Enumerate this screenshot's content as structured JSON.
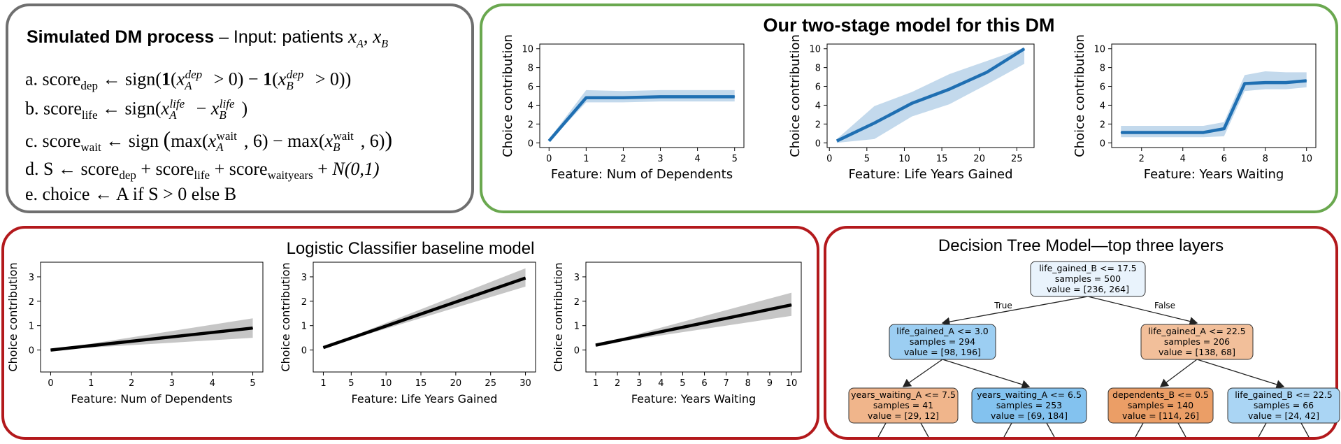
{
  "sim": {
    "title_bold": "Simulated DM process",
    "title_rest": " – Input: patients",
    "title_vars": "x",
    "var_a": "A",
    "var_b": "B",
    "lines": [
      "a. score",
      "b. score",
      "c. score",
      "d. S ← score",
      "e. choice ← A if S > 0 else B"
    ],
    "sub_dep": "dep",
    "sub_life": "life",
    "sub_wait": "wait",
    "sub_waityears": "waityears",
    "sup_dep": "dep",
    "sup_life": "life",
    "sup_wait": "wait",
    "arrow": "←",
    "noise": "N(0,1)"
  },
  "two_stage": {
    "title": "Our two-stage model for this DM"
  },
  "logistic": {
    "title": "Logistic Classifier baseline model"
  },
  "tree": {
    "title": "Decision Tree Model—top three layers",
    "true_label": "True",
    "false_label": "False",
    "nodes": [
      {
        "lines": [
          "life_gained_B <= 17.5",
          "samples = 500",
          "value = [236, 264]"
        ],
        "color": "#e9f3fc"
      },
      {
        "lines": [
          "life_gained_A <= 3.0",
          "samples = 294",
          "value = [98, 196]"
        ],
        "color": "#9ccef2"
      },
      {
        "lines": [
          "life_gained_A <= 22.5",
          "samples = 206",
          "value = [138, 68]"
        ],
        "color": "#f2bf9a"
      },
      {
        "lines": [
          "years_waiting_A <= 7.5",
          "samples = 41",
          "value = [29, 12]"
        ],
        "color": "#f0b58b"
      },
      {
        "lines": [
          "years_waiting_A <= 6.5",
          "samples = 253",
          "value = [69, 184]"
        ],
        "color": "#83c2ef"
      },
      {
        "lines": [
          "dependents_B <= 0.5",
          "samples = 140",
          "value = [114, 26]"
        ],
        "color": "#eb9e66"
      },
      {
        "lines": [
          "life_gained_B <= 22.5",
          "samples = 66",
          "value = [24, 42]"
        ],
        "color": "#aad5f4"
      }
    ]
  },
  "chart_data": [
    {
      "type": "line",
      "group": "two-stage",
      "xlabel": "Feature: Num of Dependents",
      "ylabel": "Choice contribution",
      "xlim": [
        -0.25,
        5.25
      ],
      "ylim": [
        -0.5,
        10.5
      ],
      "xticks": [
        0,
        1,
        2,
        3,
        4,
        5
      ],
      "yticks": [
        0,
        2,
        4,
        6,
        8,
        10
      ],
      "x": [
        0,
        1,
        2,
        3,
        4,
        5
      ],
      "y": [
        0.2,
        4.8,
        4.8,
        4.9,
        4.9,
        4.9
      ],
      "lower": [
        0.1,
        4.3,
        4.3,
        4.4,
        4.4,
        4.4
      ],
      "upper": [
        0.4,
        5.6,
        5.5,
        5.6,
        5.6,
        5.6
      ],
      "color": "#1f6fb2",
      "band_color": "#bcd5ea"
    },
    {
      "type": "line",
      "group": "two-stage",
      "xlabel": "Feature: Life Years Gained",
      "ylabel": "Choice contribution",
      "xlim": [
        -0.3,
        27.3
      ],
      "ylim": [
        -0.5,
        10.5
      ],
      "xticks": [
        0,
        5,
        10,
        15,
        20,
        25
      ],
      "yticks": [
        0,
        2,
        4,
        6,
        8,
        10
      ],
      "x": [
        1,
        6,
        11,
        16,
        21,
        26
      ],
      "y": [
        0.2,
        2.1,
        4.2,
        5.7,
        7.5,
        10.0
      ],
      "lower": [
        0.0,
        0.4,
        2.8,
        4.1,
        6.2,
        8.4
      ],
      "upper": [
        0.4,
        3.9,
        5.4,
        7.3,
        8.7,
        10.1
      ],
      "color": "#1f6fb2",
      "band_color": "#bcd5ea"
    },
    {
      "type": "line",
      "group": "two-stage",
      "xlabel": "Feature: Years Waiting",
      "ylabel": "Choice contribution",
      "xlim": [
        0.55,
        10.45
      ],
      "ylim": [
        -0.5,
        10.5
      ],
      "xticks": [
        2,
        4,
        6,
        8,
        10
      ],
      "yticks": [
        0,
        2,
        4,
        6,
        8,
        10
      ],
      "x": [
        1,
        2,
        3,
        4,
        5,
        6,
        7,
        8,
        9,
        10
      ],
      "y": [
        1.1,
        1.1,
        1.1,
        1.1,
        1.1,
        1.5,
        6.3,
        6.4,
        6.4,
        6.6
      ],
      "lower": [
        0.6,
        0.6,
        0.6,
        0.6,
        0.6,
        0.7,
        5.5,
        5.7,
        5.7,
        5.9
      ],
      "upper": [
        1.8,
        1.8,
        1.8,
        1.8,
        1.8,
        2.2,
        7.2,
        7.6,
        7.5,
        7.5
      ],
      "color": "#1f6fb2",
      "band_color": "#bcd5ea"
    },
    {
      "type": "line",
      "group": "logistic",
      "xlabel": "Feature: Num of Dependents",
      "ylabel": "Choice contribution",
      "xlim": [
        -0.25,
        5.25
      ],
      "ylim": [
        -0.9,
        3.6
      ],
      "xticks": [
        0,
        1,
        2,
        3,
        4,
        5
      ],
      "yticks": [
        0,
        1,
        2,
        3
      ],
      "x": [
        0,
        5
      ],
      "y": [
        0.0,
        0.9
      ],
      "lower": [
        0.0,
        0.5
      ],
      "upper": [
        0.0,
        1.3
      ],
      "color": "#000000",
      "band_color": "#c0c0c0"
    },
    {
      "type": "line",
      "group": "logistic",
      "xlabel": "Feature: Life Years Gained",
      "ylabel": "Choice contribution",
      "xlim": [
        -0.45,
        31.45
      ],
      "ylim": [
        -0.9,
        3.6
      ],
      "xticks": [
        1,
        5,
        10,
        15,
        20,
        25,
        30
      ],
      "yticks": [
        0,
        1,
        2,
        3
      ],
      "x": [
        1,
        30
      ],
      "y": [
        0.1,
        2.95
      ],
      "lower": [
        0.1,
        2.6
      ],
      "upper": [
        0.1,
        3.35
      ],
      "color": "#000000",
      "band_color": "#c0c0c0"
    },
    {
      "type": "line",
      "group": "logistic",
      "xlabel": "Feature: Years Waiting",
      "ylabel": "Choice contribution",
      "xlim": [
        0.55,
        10.45
      ],
      "ylim": [
        -0.9,
        3.6
      ],
      "xticks": [
        1,
        2,
        3,
        4,
        5,
        6,
        7,
        8,
        9,
        10
      ],
      "yticks": [
        0,
        1,
        2,
        3
      ],
      "x": [
        1,
        10
      ],
      "y": [
        0.2,
        1.85
      ],
      "lower": [
        0.2,
        1.4
      ],
      "upper": [
        0.2,
        2.35
      ],
      "color": "#000000",
      "band_color": "#c0c0c0"
    }
  ]
}
